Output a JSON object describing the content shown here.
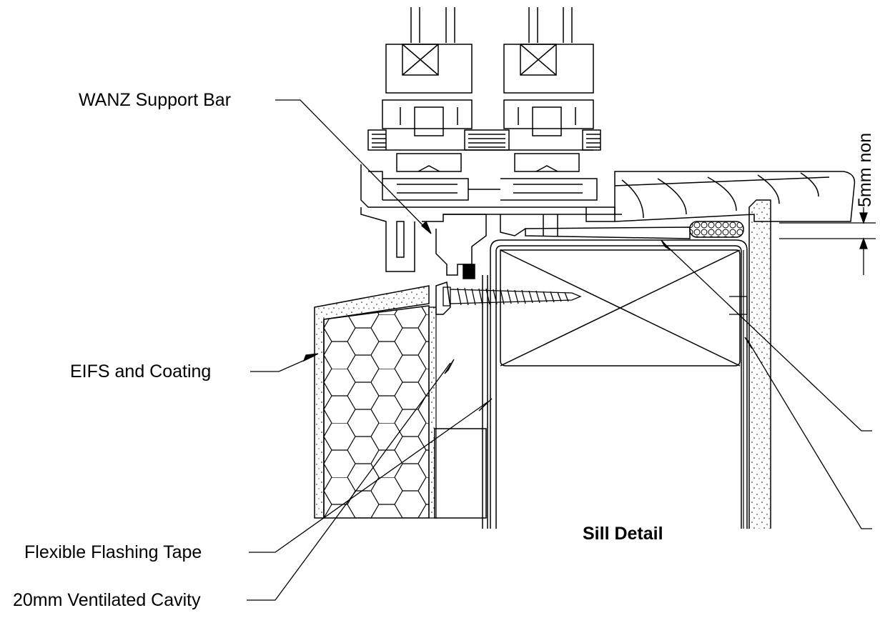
{
  "diagram": {
    "title": "Sill Detail",
    "labels": {
      "wanz_support_bar": "WANZ Support Bar",
      "eifs_coating": "EIFS and Coating",
      "flexible_flashing_tape": "Flexible Flashing Tape",
      "ventilated_cavity": "20mm Ventilated Cavity",
      "dimension_note": "5mm non"
    }
  },
  "colors": {
    "line": "#000000",
    "background": "#ffffff"
  }
}
